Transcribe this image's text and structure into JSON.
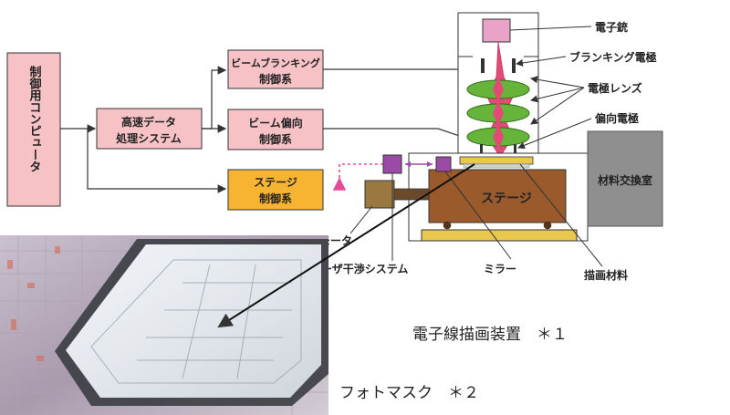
{
  "diagram": {
    "controller": "制御用コンピュータ",
    "processing": [
      "高速データ",
      "処理システム"
    ],
    "blanking_ctrl": [
      "ビームブランキング",
      "制御系"
    ],
    "deflect_ctrl": [
      "ビーム偏向",
      "制御系"
    ],
    "stage_ctrl": [
      "ステージ",
      "制御系"
    ],
    "stage": "ステージ",
    "exchange_room": "材料交換室",
    "labels": {
      "gun": "電子銃",
      "blanking_electrode": "ブランキング電極",
      "lens": "電極レンズ",
      "deflect_electrode": "偏向電極",
      "motor": "モータ",
      "laser": "レーザ干渉システム",
      "mirror": "ミラー",
      "material": "描画材料"
    },
    "captions": {
      "ebl": "電子線描画装置　＊１",
      "photomask": "フォトマスク　＊２"
    }
  },
  "colors": {
    "pink_box": "#f6c2c6",
    "orange_box": "#f7b432",
    "stage_brown": "#9a5a2c",
    "base_yellow": "#e8c84e",
    "lens_green": "#66b43a",
    "beam_pink": "#e24a78",
    "gun_pink": "#e8a3c6",
    "purple": "#9c4aa8",
    "exchange_gray": "#8f8f8f"
  }
}
